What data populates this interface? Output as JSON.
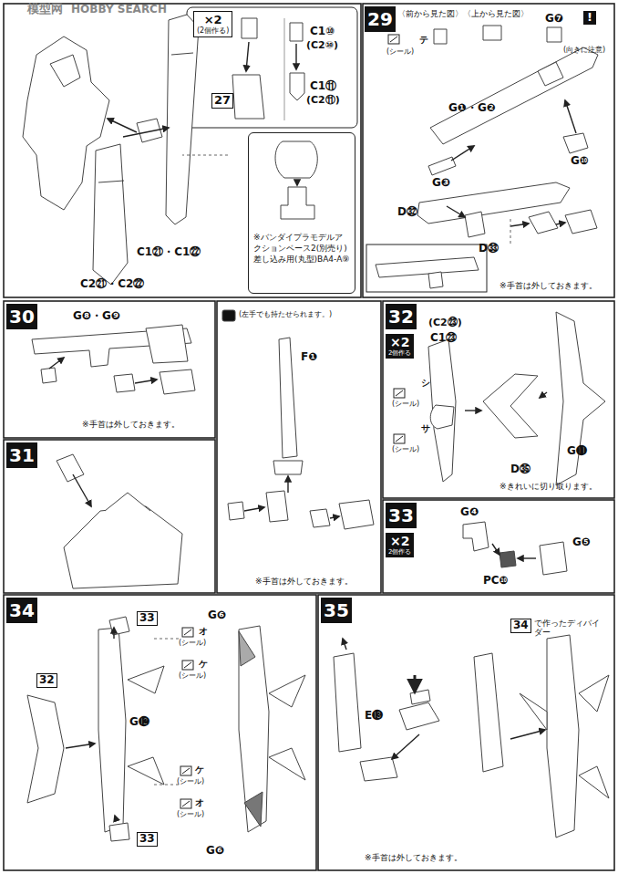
{
  "diagram": {
    "nodes": [
      {
        "text": [
          "×2",
          "(2個作る)"
        ]
      },
      {
        "text": [
          "※バンダイプラモデルアクションベース2(別売り)差し込み用(丸型)BA4-A⑨"
        ]
      },
      {
        "text": [
          "29"
        ]
      },
      {
        "text": [
          "30"
        ]
      },
      {
        "text": [
          "32"
        ]
      },
      {
        "text": [
          "×2",
          "2個作る"
        ]
      },
      {
        "text": [
          "31"
        ]
      },
      {
        "text": [
          "33"
        ]
      },
      {
        "text": [
          "×2",
          "2個作る"
        ]
      },
      {
        "text": [
          "34"
        ]
      },
      {
        "text": [
          "35"
        ]
      }
    ],
    "labels": [
      "模型网",
      "HOBBY SEARCH",
      "C1⑩",
      "(C2⑩)",
      "27",
      "C1⑪",
      "(C2⑪)",
      "C1㉑・C1㉒",
      "C2㉑・C2㉒",
      "〈前から見た図〉",
      "〈上から見た図〉",
      "(シール)",
      "テ",
      "G❼",
      "!",
      "(向きに注意)",
      "G❶・G❷",
      "G❸",
      "G❿",
      "D㉜",
      "D㉝",
      "※手首は外しておきます。",
      "G❽・G❾",
      "※手首は外しておきます。",
      "(左手でも持たせられます。)",
      "F❶",
      "※手首は外しておきます。",
      "(C2㉓)",
      "C1㉓",
      "シ",
      "(シール)",
      "サ",
      "(シール)",
      "D㉟",
      "G⓫",
      "※きれいに切り取ります。",
      "G❹",
      "G❺",
      "PC❿",
      "33",
      "32",
      "G⓬",
      "33",
      "G❻",
      "オ",
      "(シール)",
      "ケ",
      "(シール)",
      "ケ",
      "(シール)",
      "オ",
      "(シール)",
      "G❻",
      "E⓭",
      "34",
      "で作ったディバイダー",
      "※手首は外しておきます。"
    ]
  }
}
